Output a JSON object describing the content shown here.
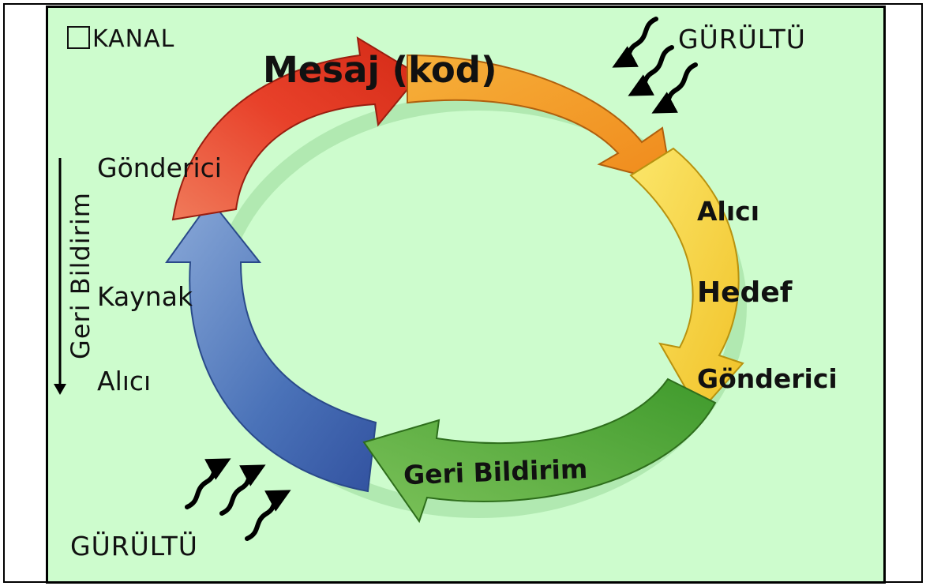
{
  "diagram": {
    "channel_label": "KANAL",
    "noise_top_label": "GÜRÜLTÜ",
    "noise_bottom_label": "GÜRÜLTÜ",
    "message_label": "Mesaj (kod)",
    "sender_left_label": "Gönderici",
    "source_label": "Kaynak",
    "receiver_left_label": "Alıcı",
    "feedback_vertical_label": "Geri Bildirim",
    "receiver_right_label": "Alıcı",
    "target_label": "Hedef",
    "sender_right_label": "Gönderici",
    "feedback_arrow_label": "Geri Bildirim",
    "colors": {
      "background": "#cdfccd",
      "red_arrow": "#e8412a",
      "orange_arrow": "#f39a2a",
      "yellow_arrow": "#f7d640",
      "green_arrow": "#5fae3c",
      "blue_arrow": "#4a72b8"
    },
    "icons": [
      "noise-squiggle-arrow-icon",
      "down-arrow-icon",
      "checkbox-icon"
    ]
  }
}
